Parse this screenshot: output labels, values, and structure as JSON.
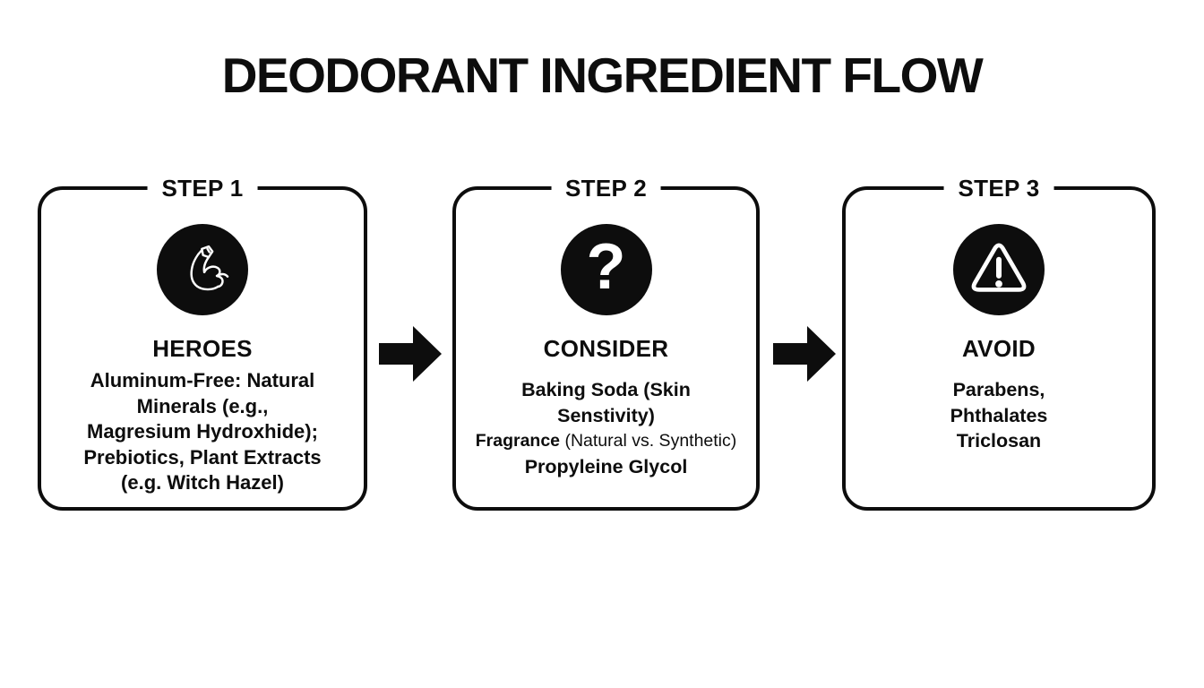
{
  "title": "DEODORANT INGREDIENT FLOW",
  "colors": {
    "ink": "#0d0d0d",
    "background": "#ffffff"
  },
  "steps": [
    {
      "label": "STEP 1",
      "icon": "flexed-bicep-icon",
      "heading": "HEROES",
      "body_lines": [
        "Aluminum-Free: Natural",
        "Minerals (e.g.,",
        "Magresium Hydroxhide);",
        "Prebiotics, Plant Extracts",
        "(e.g. Witch Hazel)"
      ]
    },
    {
      "label": "STEP 2",
      "icon": "question-mark-icon",
      "question_glyph": "?",
      "heading": "CONSIDER",
      "body_lines": [
        "Baking Soda (Skin",
        "Senstivity)"
      ],
      "fragrance_line": {
        "bold": "Fragrance",
        "regular": " (Natural vs. Synthetic)"
      },
      "last_line": "Propyleine Glycol"
    },
    {
      "label": "STEP 3",
      "icon": "warning-triangle-icon",
      "heading": "AVOID",
      "body_lines": [
        "Parabens,",
        "Phthalates",
        "Triclosan"
      ]
    }
  ]
}
